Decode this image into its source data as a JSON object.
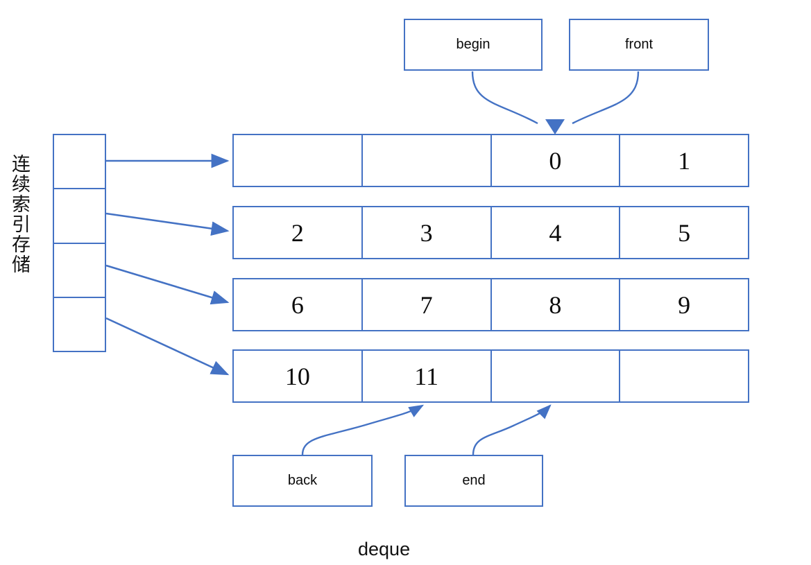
{
  "diagram": {
    "title": "deque",
    "side_label": "连续索引存储",
    "accent_color": "#4472C4",
    "text_color": "#0b0b0b",
    "background": "#ffffff"
  },
  "index_column": {
    "name": "map-array",
    "cell_count": 4,
    "cells": [
      "",
      "",
      "",
      ""
    ]
  },
  "buffers": [
    {
      "name": "buffer-row-1",
      "cells": [
        "",
        "",
        "0",
        "1"
      ]
    },
    {
      "name": "buffer-row-2",
      "cells": [
        "2",
        "3",
        "4",
        "5"
      ]
    },
    {
      "name": "buffer-row-3",
      "cells": [
        "6",
        "7",
        "8",
        "9"
      ]
    },
    {
      "name": "buffer-row-4",
      "cells": [
        "10",
        "11",
        "",
        ""
      ]
    }
  ],
  "pointers": {
    "top": [
      {
        "label": "begin",
        "target": "row-1-cell-3-top"
      },
      {
        "label": "front",
        "target": "row-1-cell-3-top"
      }
    ],
    "bottom": [
      {
        "label": "back",
        "target": "row-4-cell-2-bottom-right"
      },
      {
        "label": "end",
        "target": "row-4-cell-3-bottom-right"
      }
    ]
  },
  "caption": "deque"
}
